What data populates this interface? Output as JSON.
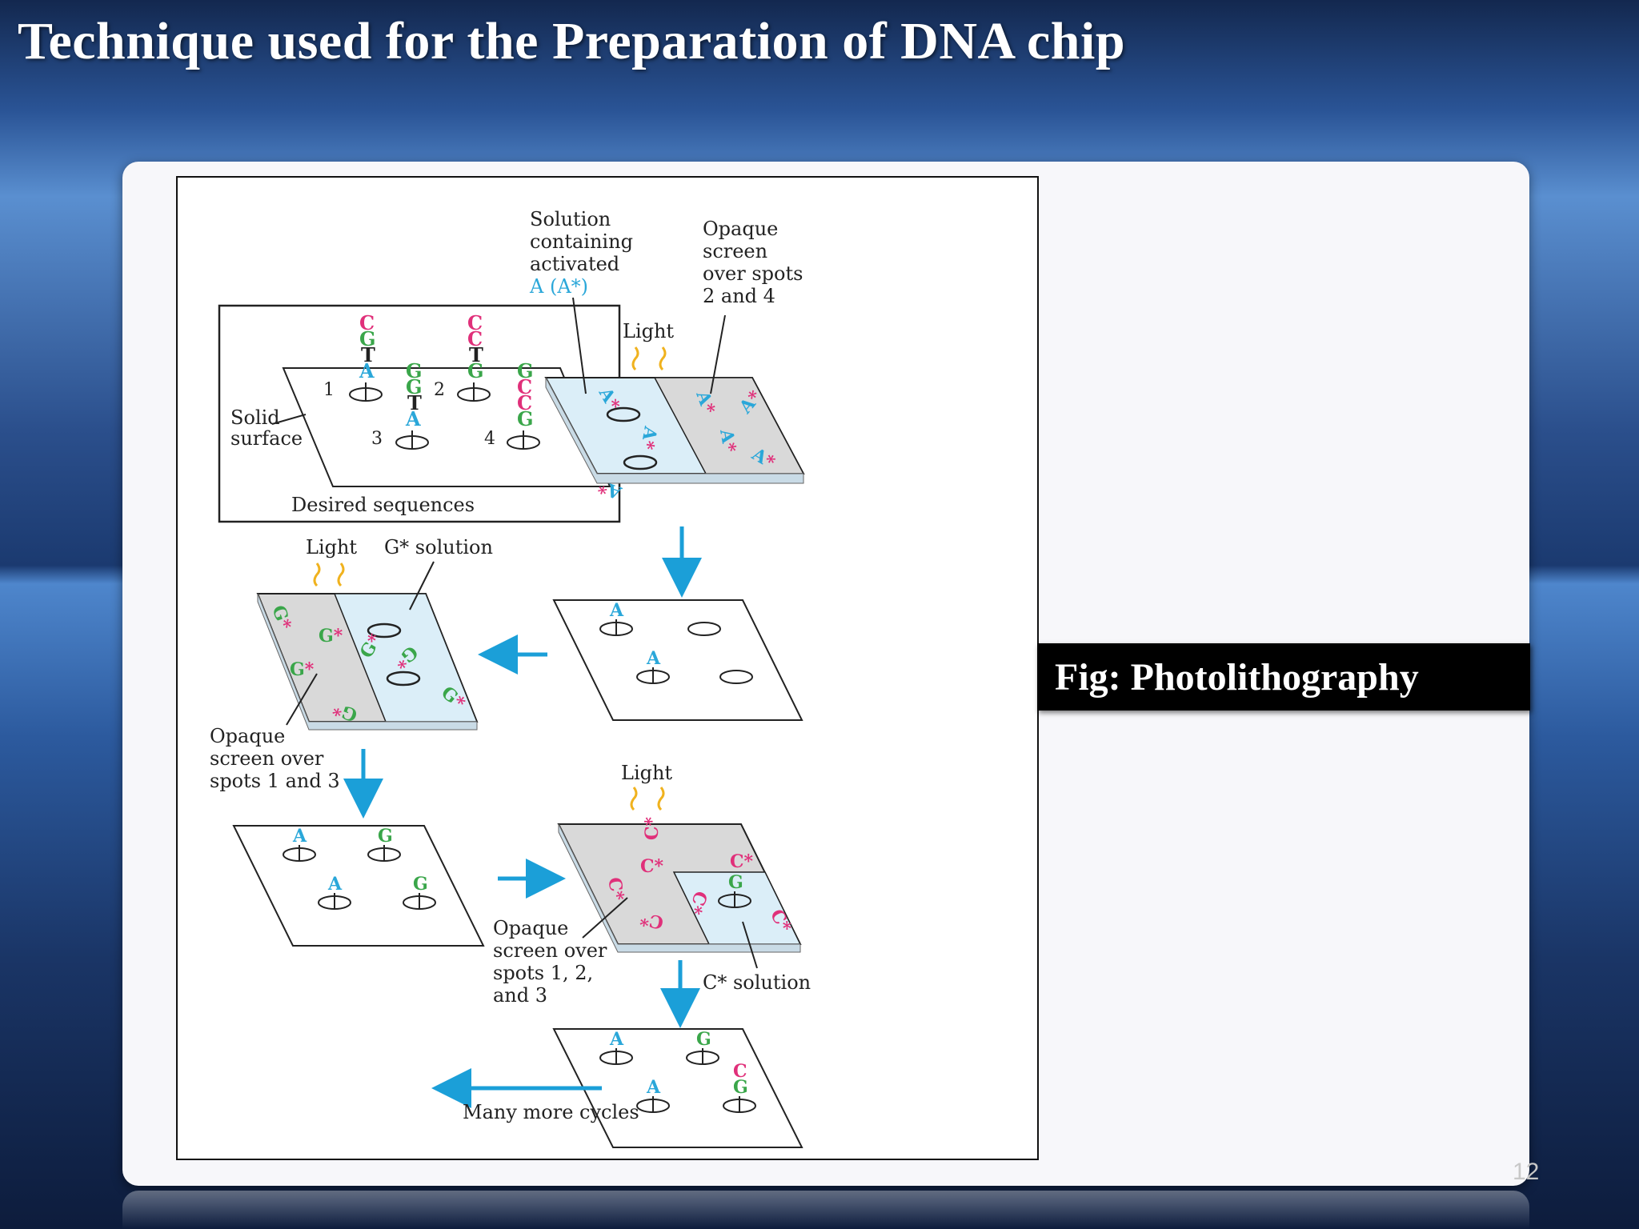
{
  "slide": {
    "title": "Technique used for the Preparation of DNA chip",
    "caption": "Fig: Photolithography",
    "page_number": "12"
  },
  "diagram": {
    "panel1": {
      "label": "Desired sequences",
      "solid_label": [
        "Solid",
        "surface"
      ],
      "spot_numbers": [
        "1",
        "2",
        "3",
        "4"
      ]
    },
    "panel2": {
      "solution_label": [
        "Solution",
        "containing",
        "activated",
        "A (A*)"
      ],
      "screen_label": [
        "Opaque",
        "screen",
        "over spots",
        "2 and 4"
      ],
      "light": "Light"
    },
    "panel4": {
      "light": "Light",
      "solution_label": "G* solution",
      "screen_label": [
        "Opaque",
        "screen over",
        "spots 1 and 3"
      ]
    },
    "panel6": {
      "light": "Light",
      "screen_label": [
        "Opaque",
        "screen over",
        "spots 1, 2,",
        "and 3"
      ],
      "solution_label": "C* solution"
    },
    "final": {
      "label": "Many more cycles"
    },
    "colors": {
      "A": "#2aa7d9",
      "G": "#3aa64a",
      "C": "#e0307a",
      "T": "#222222",
      "arrow": "#1b9fd8",
      "solution": "#dbeef8",
      "screen": "#d9d9d9",
      "light": "#f0b21e"
    }
  }
}
